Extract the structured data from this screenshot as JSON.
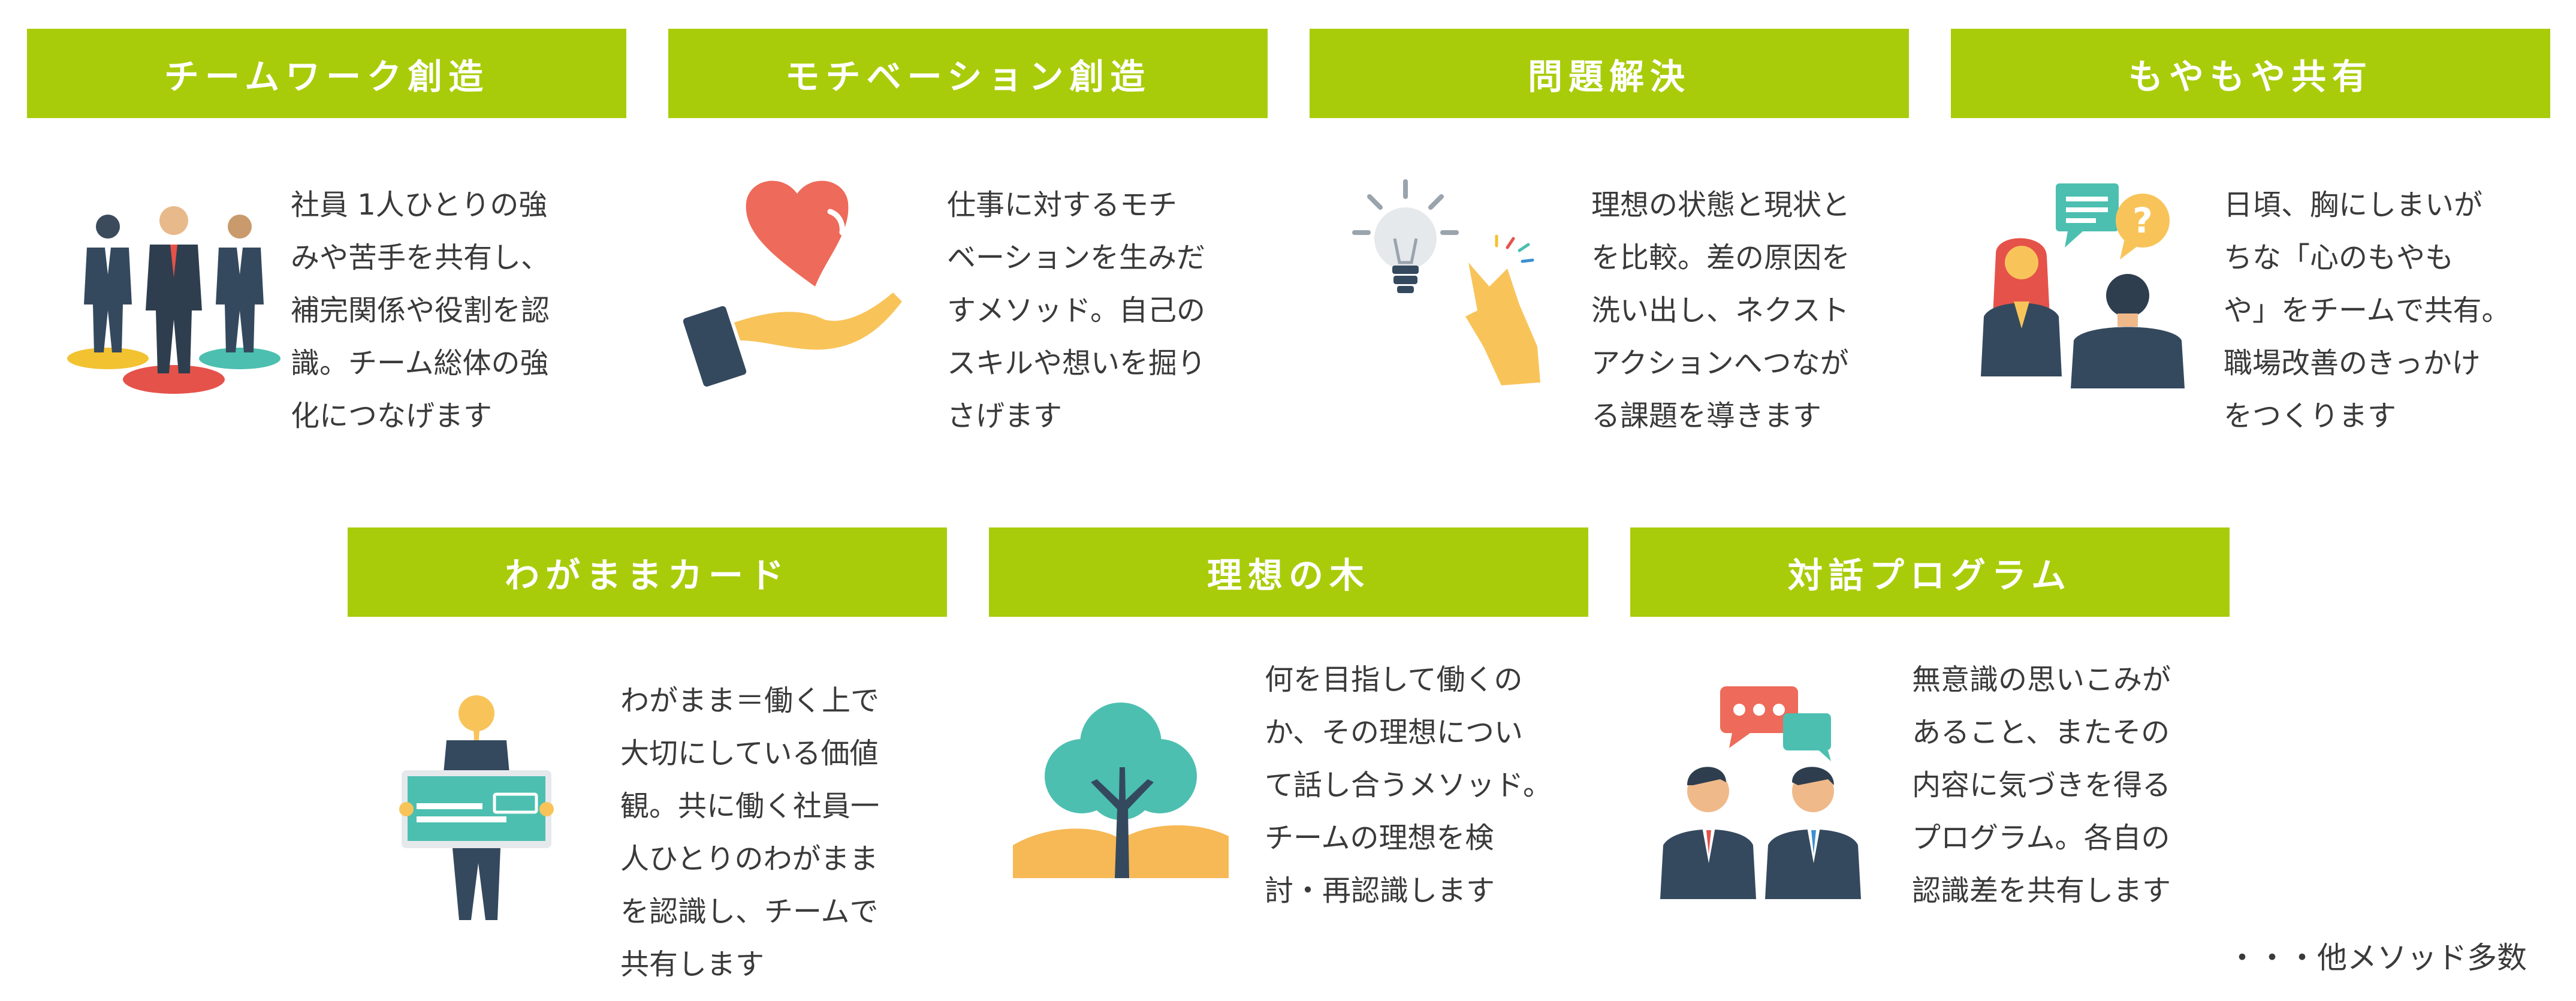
{
  "colors": {
    "header_bg": "#a8cc0a",
    "header_text": "#ffffff",
    "body_text": "#3a3a3a"
  },
  "methods": [
    {
      "title": "チームワーク創造",
      "icon": "three-businessmen-icon",
      "lines": [
        "社員 1人ひとりの強",
        "みや苦手を共有し、",
        "補完関係や役割を認",
        "識。チーム総体の強",
        "化につなげます"
      ]
    },
    {
      "title": "モチベーション創造",
      "icon": "hand-heart-icon",
      "lines": [
        "仕事に対するモチ",
        "ベーションを生みだ",
        "すメソッド。自己の",
        "スキルや想いを掘り",
        "さげます"
      ]
    },
    {
      "title": "問題解決",
      "icon": "lightbulb-snap-icon",
      "lines": [
        "理想の状態と現状と",
        "を比較。差の原因を",
        "洗い出し、ネクスト",
        "アクションへつなが",
        "る課題を導きます"
      ]
    },
    {
      "title": "もやもや共有",
      "icon": "conversation-question-icon",
      "lines": [
        "日頃、胸にしまいが",
        "ちな「心のもやも",
        "や」をチームで共有。",
        "職場改善のきっかけ",
        "をつくります"
      ]
    },
    {
      "title": "わがままカード",
      "icon": "person-card-icon",
      "lines": [
        "わがまま＝働く上で",
        "大切にしている価値",
        "観。共に働く社員一",
        "人ひとりのわがまま",
        "を認識し、チームで",
        "共有します"
      ]
    },
    {
      "title": "理想の木",
      "icon": "tree-icon",
      "lines": [
        "何を目指して働くの",
        "か、その理想につい",
        "て話し合うメソッド。",
        "チームの理想を検",
        "討・再認識します"
      ]
    },
    {
      "title": "対話プログラム",
      "icon": "dialogue-icon",
      "lines": [
        "無意識の思いこみが",
        "あること、またその",
        "内容に気づきを得る",
        "プログラム。各自の",
        "認識差を共有します"
      ]
    }
  ],
  "footnote": "・・・他メソッド多数"
}
